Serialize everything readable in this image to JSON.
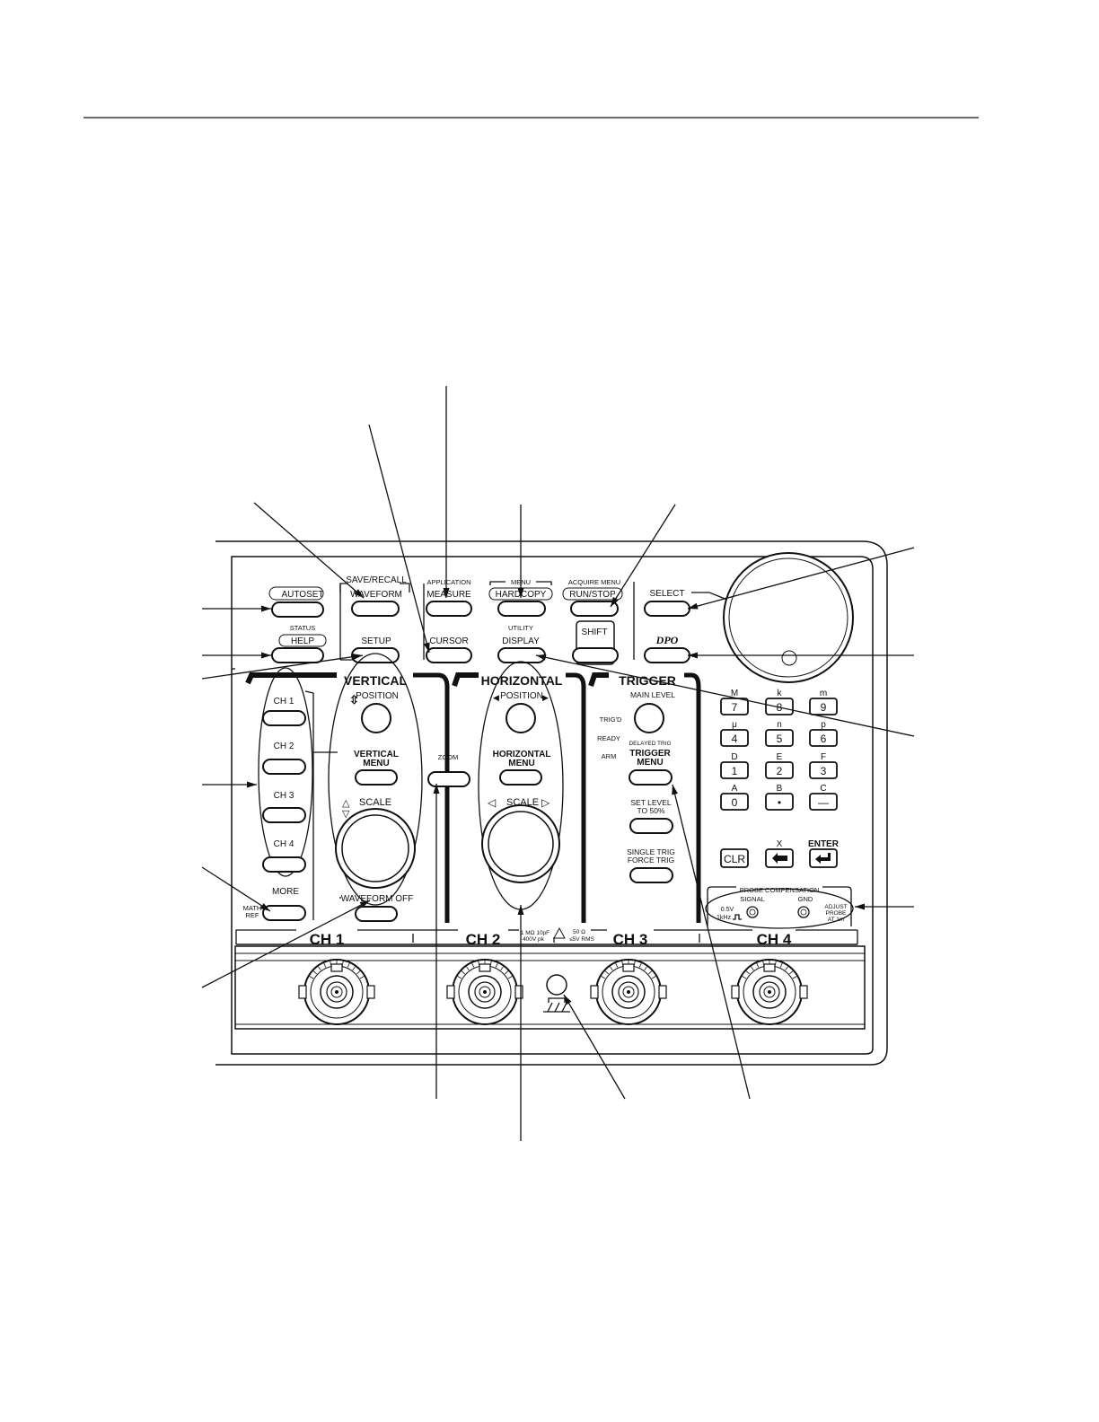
{
  "labels": {
    "autoset": "AUTOSET",
    "status": "STATUS",
    "help": "HELP",
    "save_recall": "SAVE/RECALL",
    "waveform": "WAVEFORM",
    "setup": "SETUP",
    "application": "APPLICATION",
    "measure": "MEASURE",
    "cursor": "CURSOR",
    "menu": "MENU",
    "hardcopy": "HARDCOPY",
    "utility": "UTILITY",
    "display": "DISPLAY",
    "acquire_menu": "ACQUIRE MENU",
    "run_stop": "RUN/STOP",
    "shift": "SHIFT",
    "select": "SELECT",
    "dpo": "DPO",
    "vertical": "VERTICAL",
    "horizontal": "HORIZONTAL",
    "trigger": "TRIGGER",
    "position": "POSITION",
    "vertical_menu_1": "VERTICAL",
    "vertical_menu_2": "MENU",
    "horizontal_menu_1": "HORIZONTAL",
    "horizontal_menu_2": "MENU",
    "scale": "SCALE",
    "waveform_off": "WAVEFORM OFF",
    "zoom": "ZOOM",
    "main_level": "MAIN LEVEL",
    "trigd": "TRIG'D",
    "ready": "READY",
    "arm": "ARM",
    "delayed_trig": "DELAYED TRIG",
    "trigger_menu_1": "TRIGGER",
    "trigger_menu_2": "MENU",
    "set_level_1": "SET LEVEL",
    "set_level_2": "TO 50%",
    "single_trig": "SINGLE TRIG",
    "force_trig": "FORCE TRIG",
    "ch1": "CH 1",
    "ch2": "CH 2",
    "ch3": "CH 3",
    "ch4": "CH 4",
    "more": "MORE",
    "math": "MATH",
    "ref": "REF",
    "clr": "CLR",
    "x": "X",
    "enter": "ENTER",
    "probe_comp": "PROBE COMPENSATION",
    "signal": "SIGNAL",
    "gnd": "GND",
    "probe_volt": "0.5V",
    "probe_freq": "1kHz",
    "adjust_1": "ADJUST",
    "adjust_2": "PROBE",
    "adjust_3": "AT 1m",
    "input_spec_1": "1 MΩ 10pF",
    "input_spec_2": "400V pk",
    "input_spec_3": "50 Ω",
    "input_spec_4": "≤5V RMS"
  },
  "keypad": [
    {
      "alt": "M",
      "key": "7"
    },
    {
      "alt": "k",
      "key": "8"
    },
    {
      "alt": "m",
      "key": "9"
    },
    {
      "alt": "μ",
      "key": "4"
    },
    {
      "alt": "n",
      "key": "5"
    },
    {
      "alt": "p",
      "key": "6"
    },
    {
      "alt": "D",
      "key": "1"
    },
    {
      "alt": "E",
      "key": "2"
    },
    {
      "alt": "F",
      "key": "3"
    },
    {
      "alt": "A",
      "key": "0"
    },
    {
      "alt": "B",
      "key": "•"
    },
    {
      "alt": "C",
      "key": "—"
    }
  ]
}
